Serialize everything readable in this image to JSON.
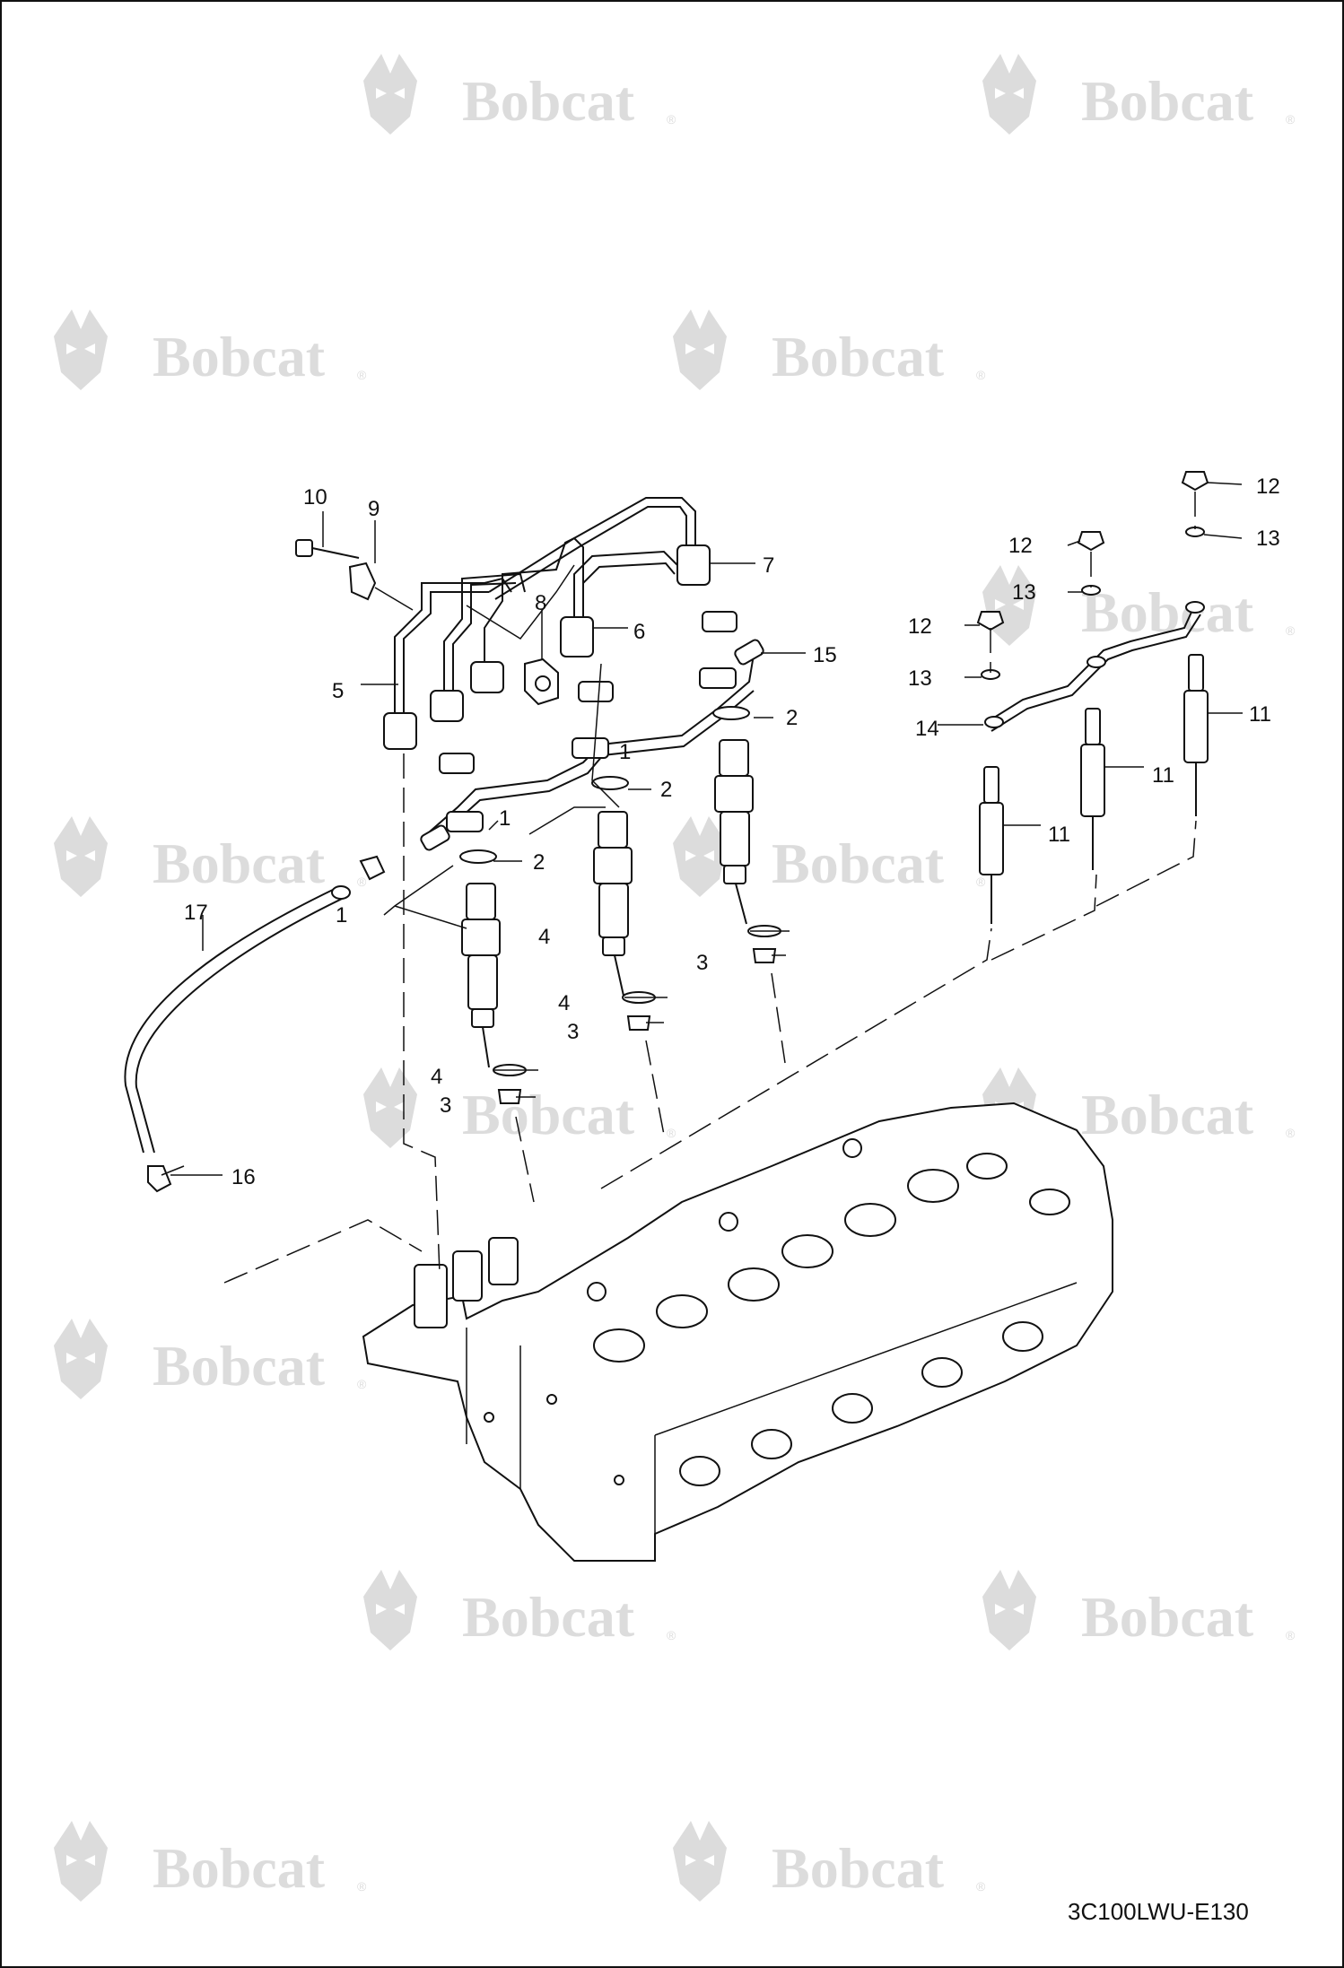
{
  "watermark": {
    "brand": "Bobcat",
    "reg": "®",
    "icon": "bobcat-logo-icon"
  },
  "drawing_code": "3C100LWU-E130",
  "callouts": {
    "c1a": "1",
    "c1b": "1",
    "c1c": "1",
    "c2a": "2",
    "c2b": "2",
    "c2c": "2",
    "c3a": "3",
    "c3b": "3",
    "c3c": "3",
    "c4a": "4",
    "c4b": "4",
    "c4c": "4",
    "c5": "5",
    "c6": "6",
    "c7": "7",
    "c8": "8",
    "c9": "9",
    "c10": "10",
    "c11a": "11",
    "c11b": "11",
    "c11c": "11",
    "c12a": "12",
    "c12b": "12",
    "c12c": "12",
    "c13a": "13",
    "c13b": "13",
    "c13c": "13",
    "c14": "14",
    "c15": "15",
    "c16": "16",
    "c17": "17"
  }
}
